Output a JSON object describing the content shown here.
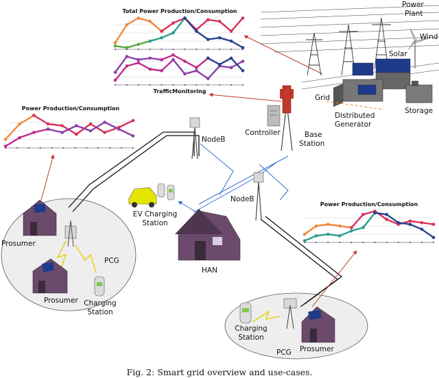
{
  "caption": "Fig. 2: Smart grid overview and use-cases.",
  "labels": {
    "power_plant": [
      "Power",
      "Plant"
    ],
    "wind": "Wind",
    "solar": "Solar",
    "grid": "Grid",
    "storage": "Storage",
    "distributed_generator": [
      "Distributed",
      "Generator"
    ],
    "base_station": [
      "Base",
      "Station"
    ],
    "controller": "Controller",
    "nodeb_upper": "NodeB",
    "nodeb_lower": "NodeB",
    "ev_charging_station": [
      "EV Charging",
      "Station"
    ],
    "han": "HAN",
    "left_pcg": "PCG",
    "right_pcg": "PCG",
    "prosumer_top": "Prosumer",
    "prosumer_bottom": "Prosumer",
    "prosumer_right": "Prosumer",
    "charging_station_left": [
      "Charging",
      "Station"
    ],
    "charging_station_right": [
      "Charging",
      "Station"
    ]
  },
  "charts": {
    "total": {
      "title": "Total Power Production/Consumption"
    },
    "traffic": {
      "title": "TrafficMonitoring"
    },
    "left": {
      "title": "Power Production/Consumption"
    },
    "right": {
      "title": "Power Production/Consumption"
    }
  },
  "colors": {
    "orange": "#f0883a",
    "crimson": "#d6315a",
    "teal": "#2a9d8f",
    "navy": "#2b3f8c",
    "purple": "#8a3fa8",
    "magenta": "#c02a8c",
    "green": "#5aa83f",
    "link_blue": "#2f6fd0",
    "link_black": "#111111",
    "arrow_red": "#c0392b",
    "cloud_fill": "#eeeeee"
  }
}
